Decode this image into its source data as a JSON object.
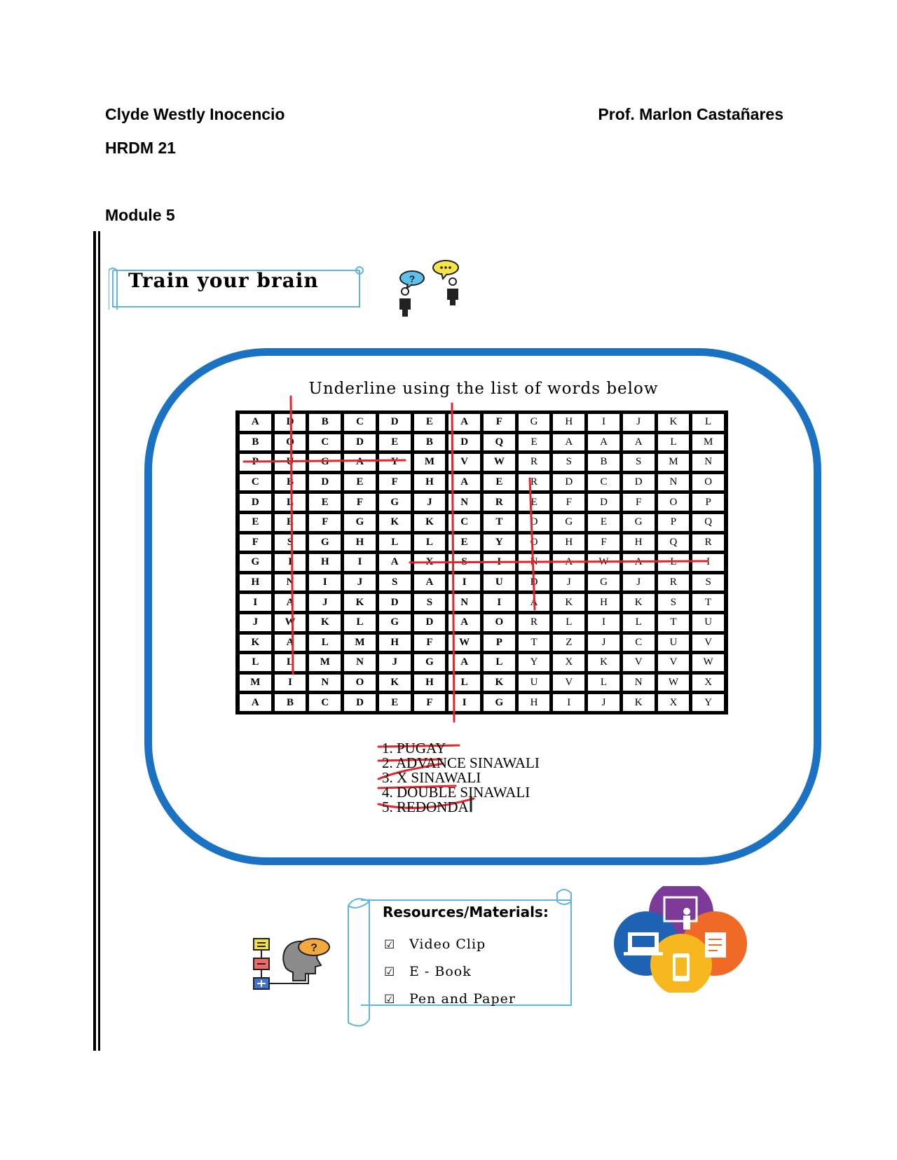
{
  "header": {
    "student": "Clyde Westly Inocencio",
    "professor": "Prof. Marlon Castañares",
    "course": "HRDM 21",
    "module": "Module 5"
  },
  "activity": {
    "banner": "Train your brain",
    "instruction": "Underline using the list of words below"
  },
  "puzzle": {
    "rows": [
      [
        "A",
        "D",
        "B",
        "C",
        "D",
        "E",
        "A",
        "F",
        "G",
        "H",
        "I",
        "J",
        "K",
        "L"
      ],
      [
        "B",
        "O",
        "C",
        "D",
        "E",
        "B",
        "D",
        "Q",
        "E",
        "A",
        "A",
        "A",
        "L",
        "M"
      ],
      [
        "P",
        "U",
        "G",
        "A",
        "Y",
        "M",
        "V",
        "W",
        "R",
        "S",
        "B",
        "S",
        "M",
        "N"
      ],
      [
        "C",
        "B",
        "D",
        "E",
        "F",
        "H",
        "A",
        "E",
        "R",
        "D",
        "C",
        "D",
        "N",
        "O"
      ],
      [
        "D",
        "L",
        "E",
        "F",
        "G",
        "J",
        "N",
        "R",
        "E",
        "F",
        "D",
        "F",
        "O",
        "P"
      ],
      [
        "E",
        "E",
        "F",
        "G",
        "K",
        "K",
        "C",
        "T",
        "D",
        "G",
        "E",
        "G",
        "P",
        "Q"
      ],
      [
        "F",
        "S",
        "G",
        "H",
        "L",
        "L",
        "E",
        "Y",
        "O",
        "H",
        "F",
        "H",
        "Q",
        "R"
      ],
      [
        "G",
        "I",
        "H",
        "I",
        "A",
        "X",
        "S",
        "I",
        "N",
        "A",
        "W",
        "A",
        "L",
        "I"
      ],
      [
        "H",
        "N",
        "I",
        "J",
        "S",
        "A",
        "I",
        "U",
        "D",
        "J",
        "G",
        "J",
        "R",
        "S"
      ],
      [
        "I",
        "A",
        "J",
        "K",
        "D",
        "S",
        "N",
        "I",
        "A",
        "K",
        "H",
        "K",
        "S",
        "T"
      ],
      [
        "J",
        "W",
        "K",
        "L",
        "G",
        "D",
        "A",
        "O",
        "R",
        "L",
        "I",
        "L",
        "T",
        "U"
      ],
      [
        "K",
        "A",
        "L",
        "M",
        "H",
        "F",
        "W",
        "P",
        "T",
        "Z",
        "J",
        "C",
        "U",
        "V"
      ],
      [
        "L",
        "L",
        "M",
        "N",
        "J",
        "G",
        "A",
        "L",
        "Y",
        "X",
        "K",
        "V",
        "V",
        "W"
      ],
      [
        "M",
        "I",
        "N",
        "O",
        "K",
        "H",
        "L",
        "K",
        "U",
        "V",
        "L",
        "N",
        "W",
        "X"
      ],
      [
        "A",
        "B",
        "C",
        "D",
        "E",
        "F",
        "I",
        "G",
        "H",
        "I",
        "J",
        "K",
        "X",
        "Y"
      ]
    ],
    "bold_columns": [
      0,
      1,
      2,
      3,
      4,
      5,
      6,
      7
    ]
  },
  "word_list": [
    "1.  PUGAY",
    "2.  ADVANCE SINAWALI",
    "3.  X SINAWALI",
    "4.  DOUBLE SINAWALI",
    "5.  REDONDA"
  ],
  "resources": {
    "title": "Resources/Materials:",
    "check_glyph": "☑",
    "items": [
      "Video Clip",
      "E - Book",
      "Pen and Paper"
    ]
  },
  "colors": {
    "frame_blue": "#1c72c2",
    "scroll_blue": "#5fb4e2",
    "marker_red": "#e3262b"
  },
  "icons": [
    "people-talking-icon",
    "mind-checklist-icon",
    "learning-venn-icon"
  ]
}
